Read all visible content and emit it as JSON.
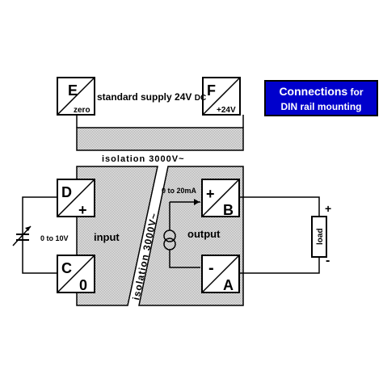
{
  "terminals": {
    "E": {
      "letter": "E",
      "sub": "zero"
    },
    "F": {
      "letter": "F",
      "sub": "+24V"
    },
    "D": {
      "letter": "D",
      "sub": "+"
    },
    "C": {
      "letter": "C",
      "sub": "0"
    },
    "B": {
      "letter": "B",
      "sub": "+"
    },
    "A": {
      "letter": "A",
      "sub": "-"
    }
  },
  "supply": {
    "label": "standard supply 24V",
    "suffix": "DC"
  },
  "isolation_top": "isolation 3000V~",
  "isolation_diag": "isolation 3000V~",
  "input_label": "input",
  "output_label": "output",
  "input_range": "0 to 10V",
  "output_range": "0 to 20mA",
  "load_label": "load",
  "load_plus": "+",
  "load_minus": "-",
  "note": {
    "line1_bold": "Connections",
    "line1_rest": " for",
    "line2": "DIN rail mounting"
  },
  "colors": {
    "panel_gray": "#c8c8c8",
    "note_bg": "#0000cc"
  }
}
